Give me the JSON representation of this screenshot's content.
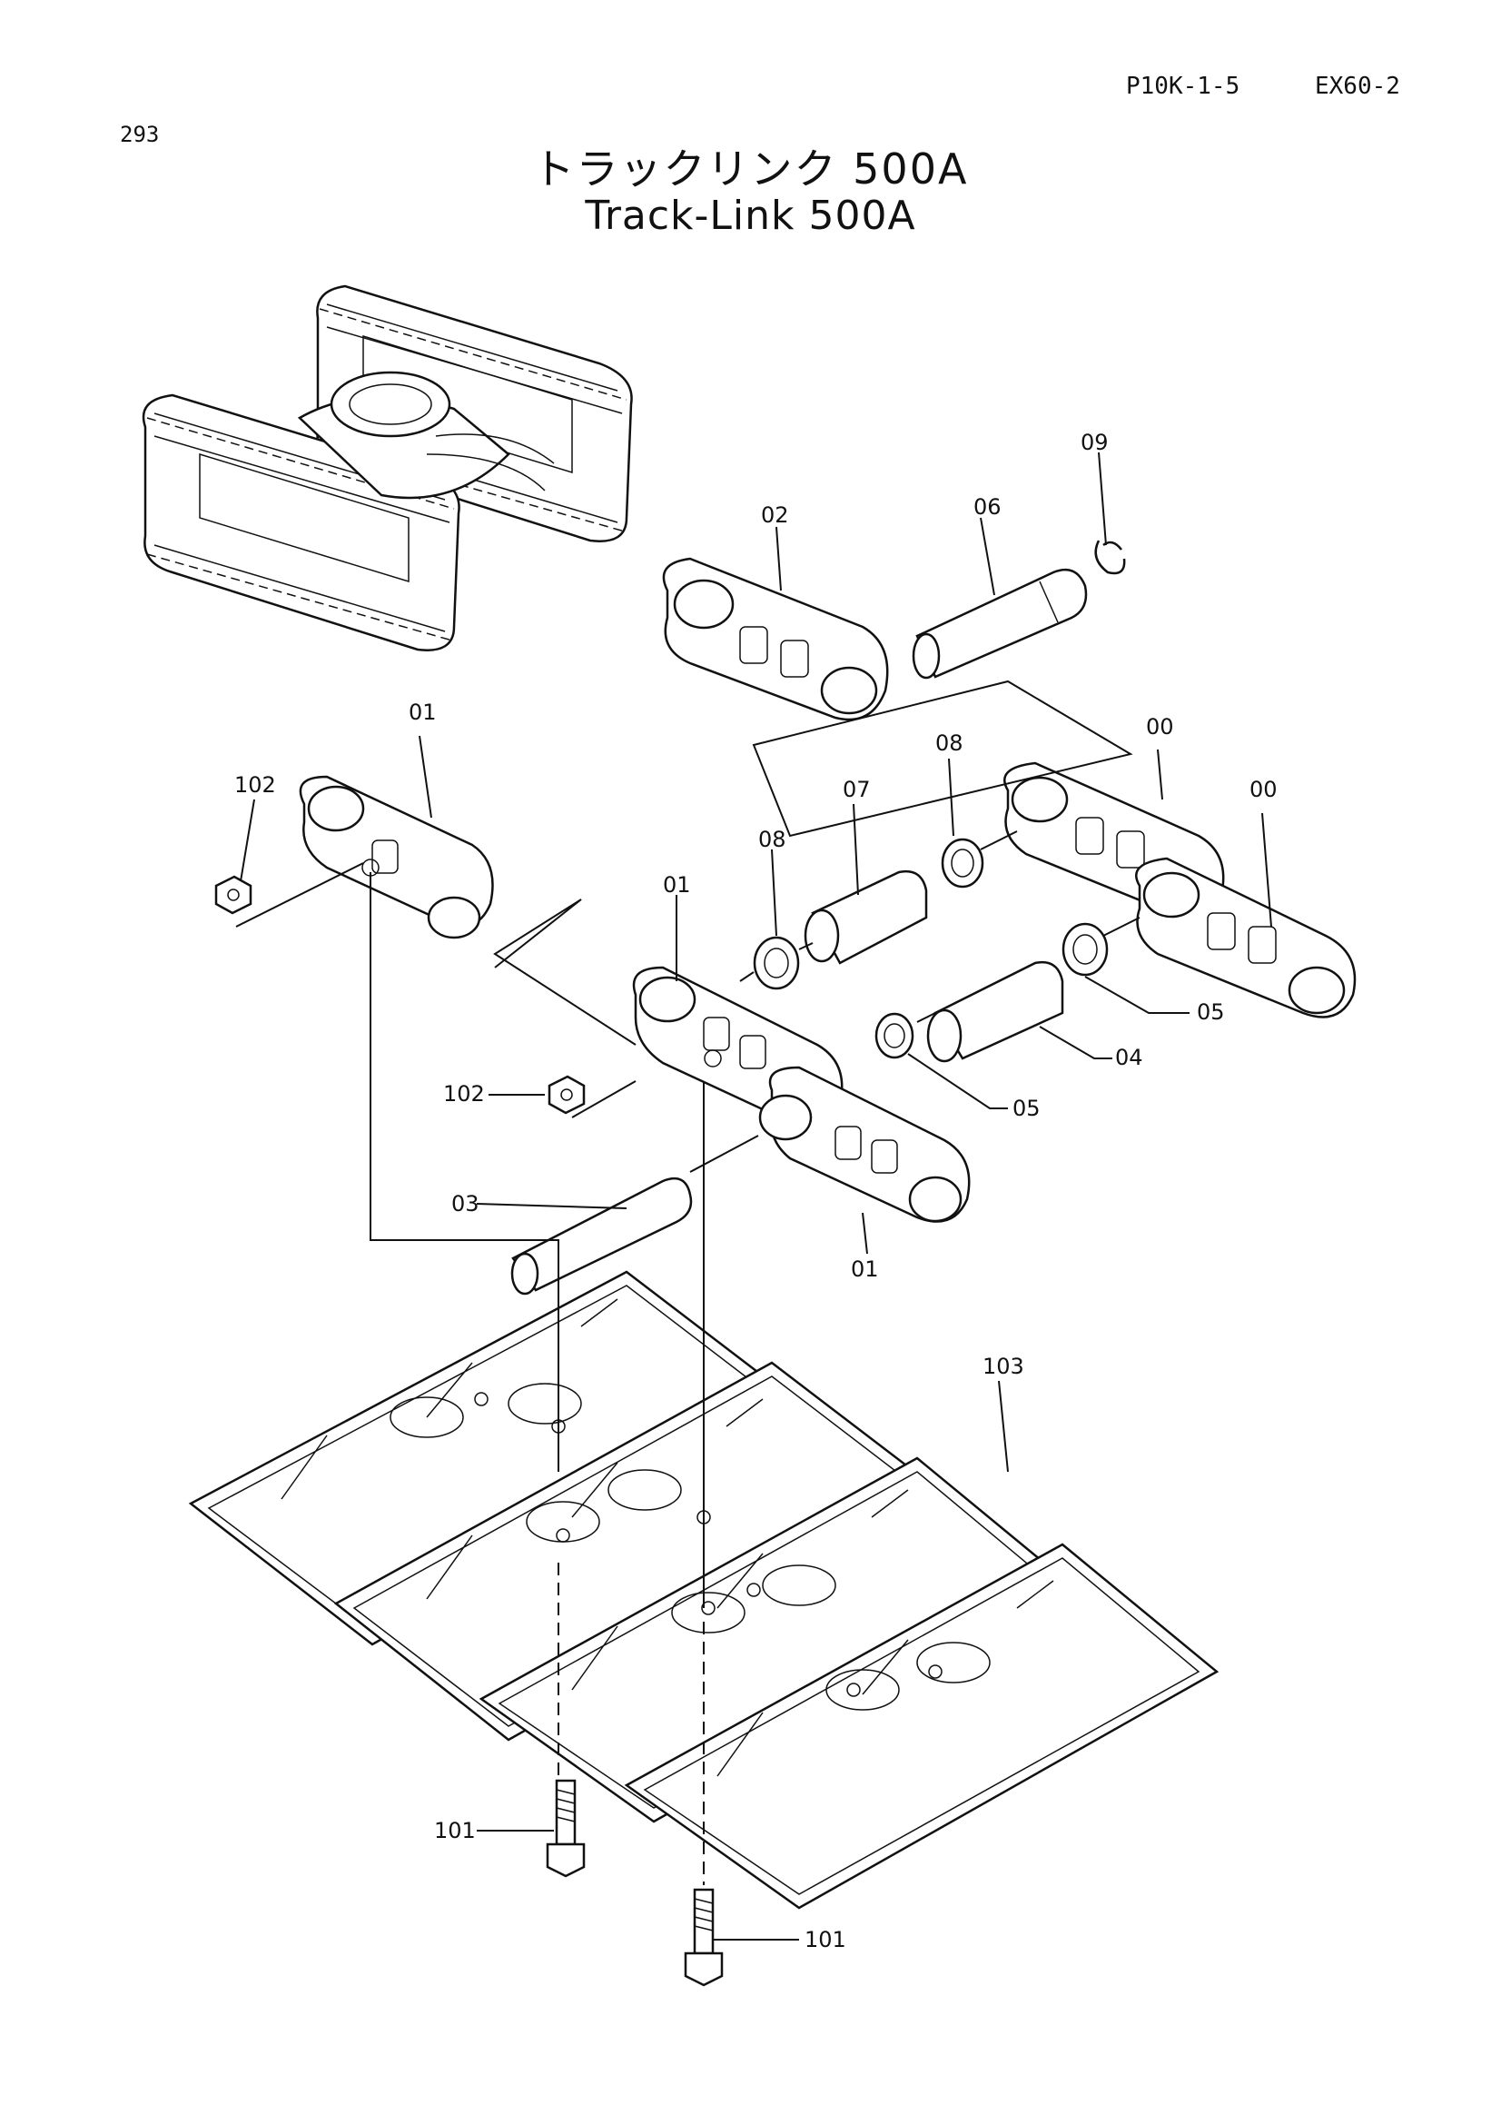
{
  "header": {
    "page_code": "P10K-1-5",
    "model": "EX60-2",
    "page_number": "293",
    "title_ja": "トラックリンク 500A",
    "title_en": "Track-Link 500A"
  },
  "callouts": {
    "c09": "09",
    "c02": "02",
    "c06": "06",
    "c01_top": "01",
    "c08_top": "08",
    "c00_a": "00",
    "c00_b": "00",
    "c102_top": "102",
    "c07": "07",
    "c08_mid": "08",
    "c01_mid": "01",
    "c05_right": "05",
    "c04": "04",
    "c102_mid": "102",
    "c05_mid": "05",
    "c03": "03",
    "c01_bottom": "01",
    "c103": "103",
    "c101_left": "101",
    "c101_right": "101"
  }
}
